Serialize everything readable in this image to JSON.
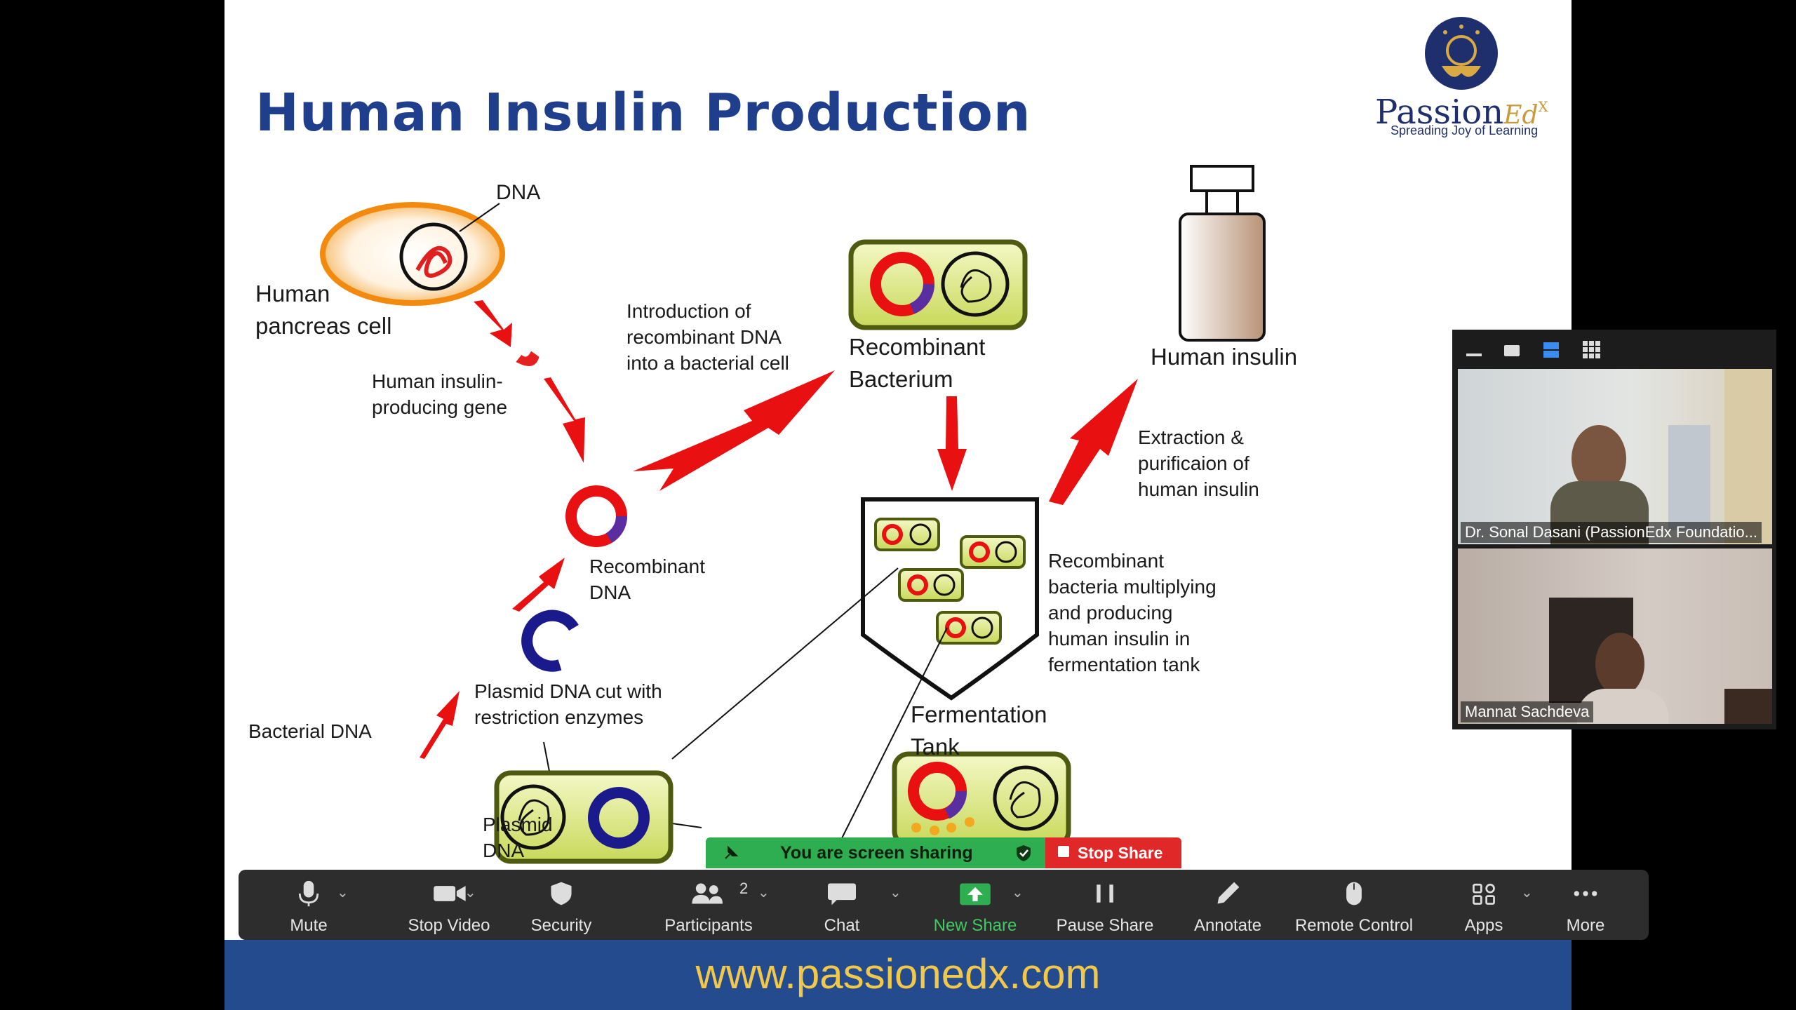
{
  "slide": {
    "title": "Human Insulin Production",
    "logo": {
      "name": "Passion",
      "suffix": "Ed",
      "sup": "X",
      "tagline": "Spreading Joy of Learning"
    },
    "labels": {
      "dna": "DNA",
      "human_pancreas_cell": [
        "Human",
        "pancreas cell"
      ],
      "insulin_gene": [
        "Human insulin-",
        "producing gene"
      ],
      "introduction": [
        "Introduction of",
        "recombinant DNA",
        "into a bacterial cell"
      ],
      "recombinant_bacterium": [
        "Recombinant",
        "Bacterium"
      ],
      "human_insulin": "Human insulin",
      "extraction": [
        "Extraction &",
        "purificaion of",
        "human insulin"
      ],
      "recombinant_dna": [
        "Recombinant",
        "DNA"
      ],
      "tank_desc": [
        "Recombinant",
        "bacteria multiplying",
        "and producing",
        "human insulin in",
        "fermentation tank"
      ],
      "plasmid_cut": [
        "Plasmid DNA cut with",
        "restriction enzymes"
      ],
      "bacterial_dna": "Bacterial DNA",
      "fermentation_tank": [
        "Fermentation",
        "Tank"
      ],
      "plasmid_dna": [
        "Plasmid",
        "DNA"
      ]
    },
    "footer_url": "www.passionedx.com"
  },
  "share": {
    "sharing_text": "You are screen sharing",
    "stop_label": "Stop Share"
  },
  "toolbar": {
    "mute": "Mute",
    "stop_video": "Stop Video",
    "security": "Security",
    "participants": "Participants",
    "participants_count": "2",
    "chat": "Chat",
    "new_share": "New Share",
    "pause_share": "Pause Share",
    "annotate": "Annotate",
    "remote_control": "Remote Control",
    "apps": "Apps",
    "more": "More"
  },
  "participants": [
    {
      "name": "Dr. Sonal Dasani (PassionEdx Foundatio..."
    },
    {
      "name": "Mannat Sachdeva"
    }
  ],
  "colors": {
    "title": "#1f3e8c",
    "footer_bg": "#234b8e",
    "footer_text": "#f2c84b",
    "share_green": "#2eae50",
    "stop_red": "#e02828",
    "new_share_green": "#2eae50"
  }
}
